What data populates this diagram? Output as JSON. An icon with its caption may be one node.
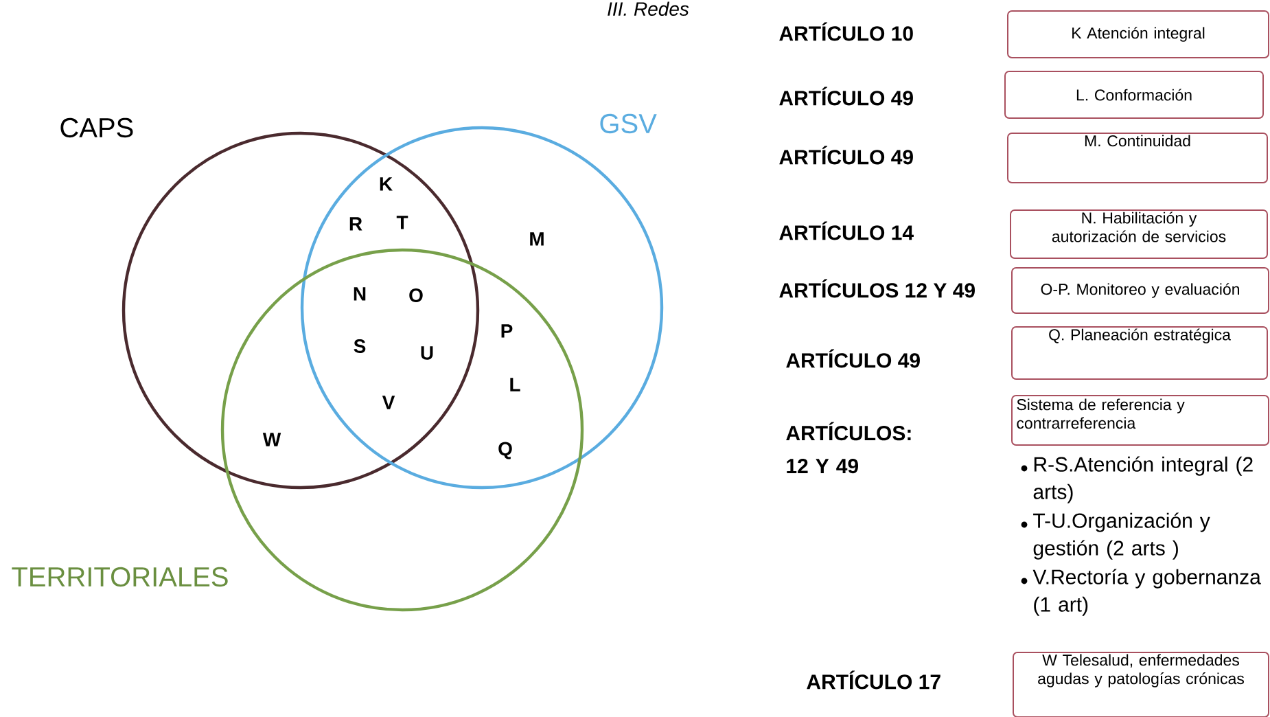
{
  "diagram": {
    "title": "III. Redes",
    "nodes": [
      {
        "text": [
          "CAPS"
        ]
      },
      {
        "text": [
          "GSV"
        ]
      },
      {
        "text": [
          "TERRITORIALES"
        ]
      },
      {
        "text": [
          "K Atención integral"
        ]
      },
      {
        "text": [
          "L. Conformación"
        ]
      },
      {
        "text": [
          "M. Continuidad"
        ]
      },
      {
        "text": [
          "N. Habilitación y autorización de servicios"
        ]
      },
      {
        "text": [
          "O-P. Monitoreo y evaluación"
        ]
      },
      {
        "text": [
          "Q. Planeación estratégica"
        ]
      },
      {
        "text": [
          "Sistema de referencia y contrarreferencia"
        ]
      },
      {
        "text": [
          "W Telesalud, enfermedades agudas y patologías crónicas"
        ]
      }
    ],
    "labels": [
      "K",
      "R",
      "T",
      "M",
      "N",
      "O",
      "P",
      "S",
      "U",
      "L",
      "V",
      "W",
      "Q",
      "ARTÍCULO 10",
      "ARTÍCULO 49",
      "ARTÍCULO 49",
      "ARTÍCULO 14",
      "ARTÍCULOS 12 Y 49",
      "ARTÍCULO 49",
      "ARTÍCULOS: 12 Y 49",
      "R-S.Atención integral (2 arts)",
      "T-U.Organización y gestión (2 arts )",
      "V.Rectoría y gobernanza (1 art)",
      "ARTÍCULO 17"
    ]
  }
}
